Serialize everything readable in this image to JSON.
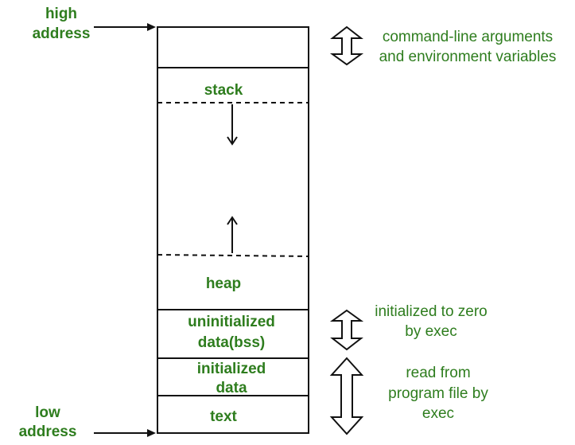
{
  "left_labels": {
    "high": [
      "high",
      "address"
    ],
    "low": [
      "low",
      "address"
    ]
  },
  "segments": {
    "stack": "stack",
    "heap": "heap",
    "bss": [
      "uninitialized",
      "data(bss)"
    ],
    "data": [
      "initialized",
      "data"
    ],
    "text": "text"
  },
  "notes": {
    "args": [
      "command-line arguments",
      "and environment variables"
    ],
    "zero": [
      "initialized to zero",
      "by exec"
    ],
    "read": [
      "read from",
      "program file by",
      "exec"
    ]
  },
  "colors": {
    "label": "#2e7d1e",
    "line": "#111111"
  }
}
